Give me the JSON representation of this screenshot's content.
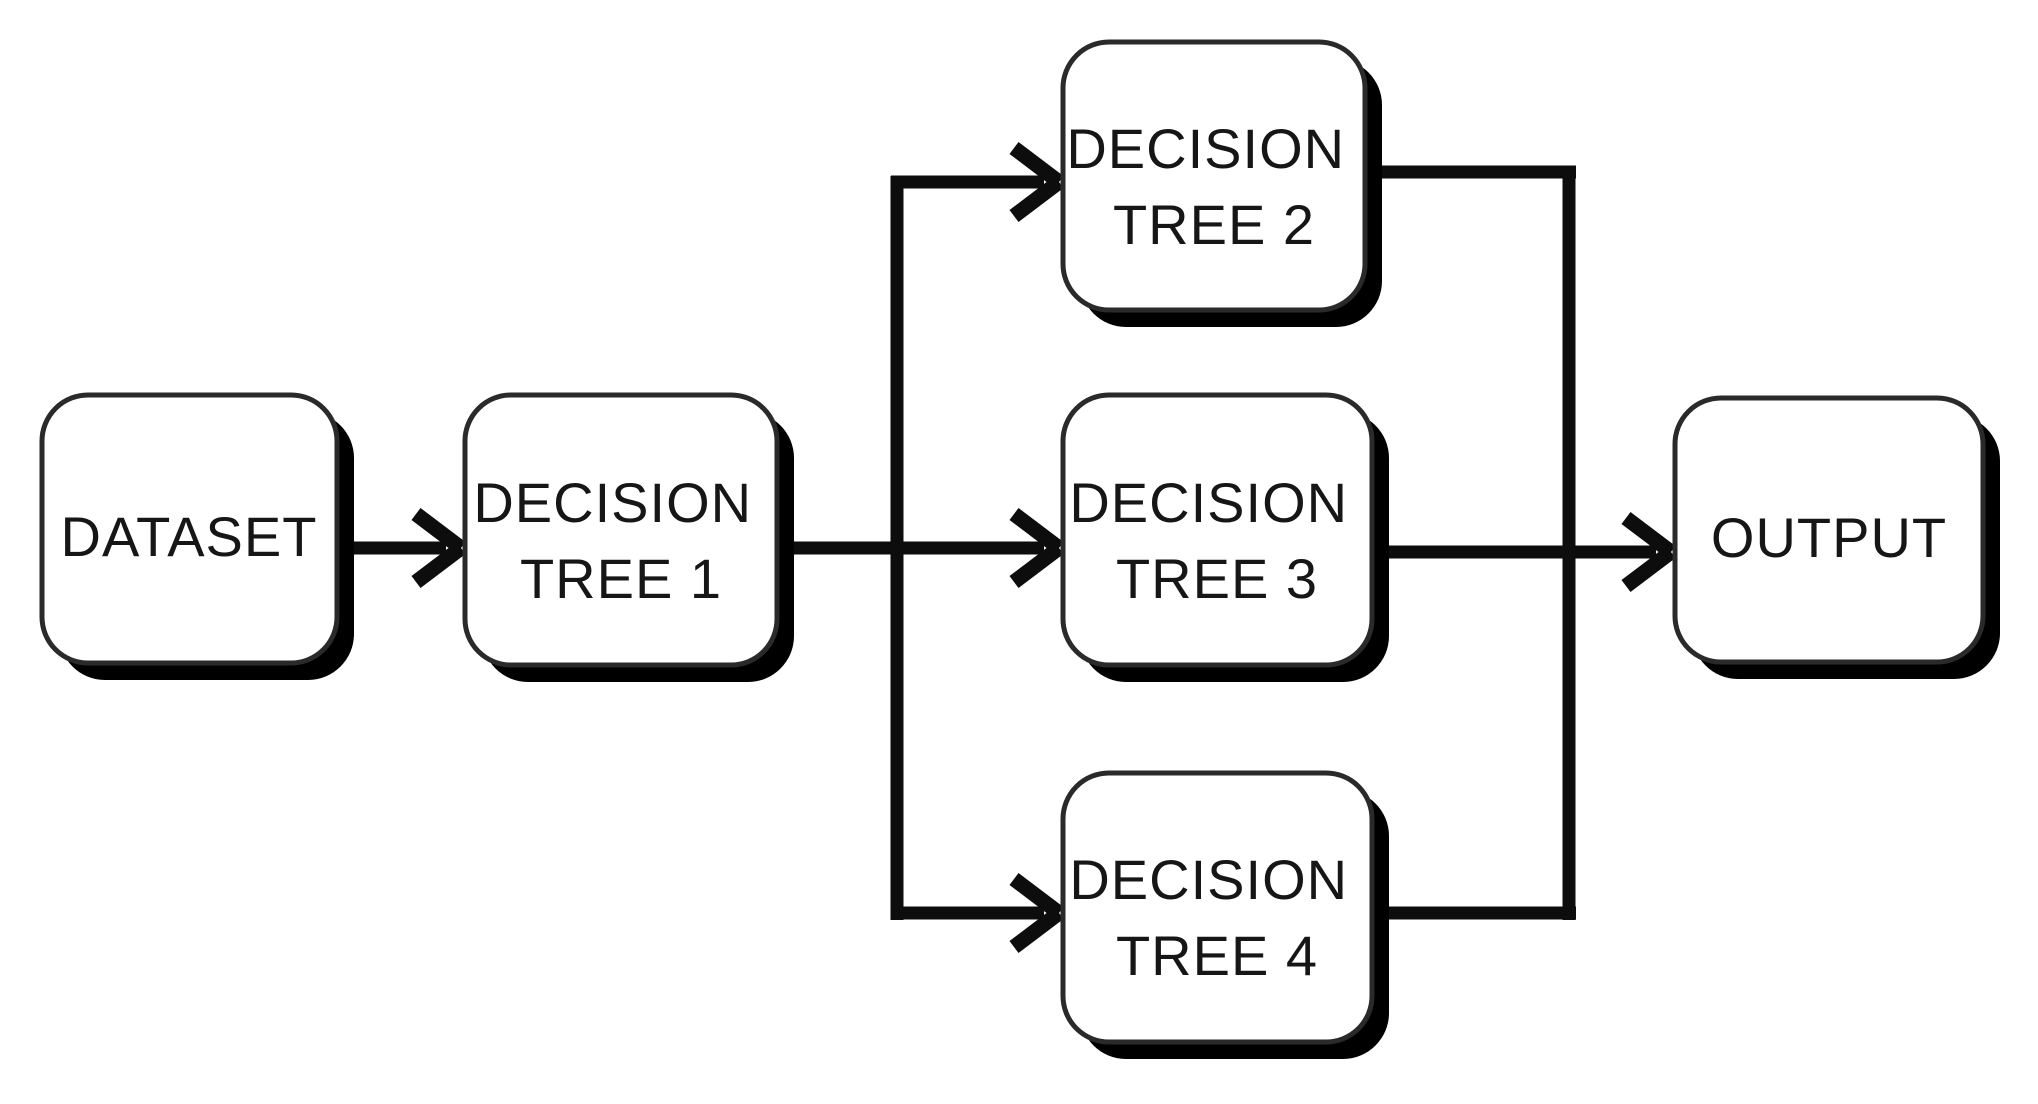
{
  "diagram": {
    "type": "flowchart",
    "nodes": [
      {
        "id": "dataset",
        "label": [
          "DATASET"
        ]
      },
      {
        "id": "decision-tree-1",
        "label": [
          "DECISION",
          "TREE 1"
        ]
      },
      {
        "id": "decision-tree-2",
        "label": [
          "DECISION",
          "TREE 2"
        ]
      },
      {
        "id": "decision-tree-3",
        "label": [
          "DECISION",
          "TREE 3"
        ]
      },
      {
        "id": "decision-tree-4",
        "label": [
          "DECISION",
          "TREE 4"
        ]
      },
      {
        "id": "output",
        "label": [
          "OUTPUT"
        ]
      }
    ],
    "edges": [
      {
        "from": "dataset",
        "to": "decision-tree-1"
      },
      {
        "from": "decision-tree-1",
        "to": "decision-tree-2"
      },
      {
        "from": "decision-tree-1",
        "to": "decision-tree-3"
      },
      {
        "from": "decision-tree-1",
        "to": "decision-tree-4"
      },
      {
        "from": "decision-tree-2",
        "to": "output"
      },
      {
        "from": "decision-tree-3",
        "to": "output"
      },
      {
        "from": "decision-tree-4",
        "to": "output"
      }
    ],
    "colors": {
      "background": "#ffffff",
      "node_fill": "#ffffff",
      "node_border": "#2a2a2a",
      "node_shadow": "#000000",
      "line": "#0d0d0d",
      "text": "#161616"
    }
  }
}
